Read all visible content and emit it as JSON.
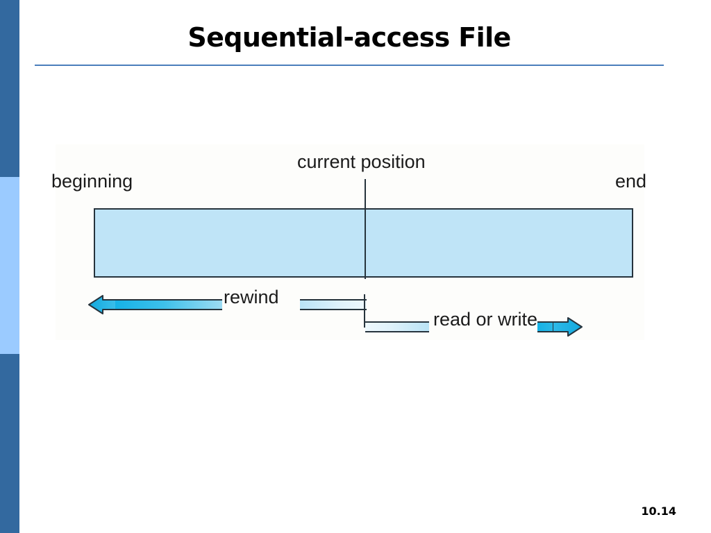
{
  "slide": {
    "title": "Sequential-access File",
    "page_number": "10.14",
    "accent_color": "#4a7ebb",
    "sidebar_dark_color": "#33699f",
    "sidebar_light_color": "#9bcbff"
  },
  "figure": {
    "name": "sequential-access-file-diagram",
    "background_color": "#fdfdfb",
    "bar": {
      "fill_color": "#bfe4f7",
      "stroke_color": "#26333c"
    },
    "labels": {
      "beginning": "beginning",
      "current_position": "current position",
      "end": "end"
    },
    "arrows": [
      {
        "id": "rewind-arrow",
        "label": "rewind",
        "direction": "left",
        "head_color": "#16b2e6"
      },
      {
        "id": "read-or-write-arrow",
        "label": "read or write",
        "direction": "right",
        "head_color": "#16b2e6"
      }
    ]
  },
  "icons": {
    "arrow_left": "arrow-left-icon",
    "arrow_right": "arrow-right-icon"
  }
}
